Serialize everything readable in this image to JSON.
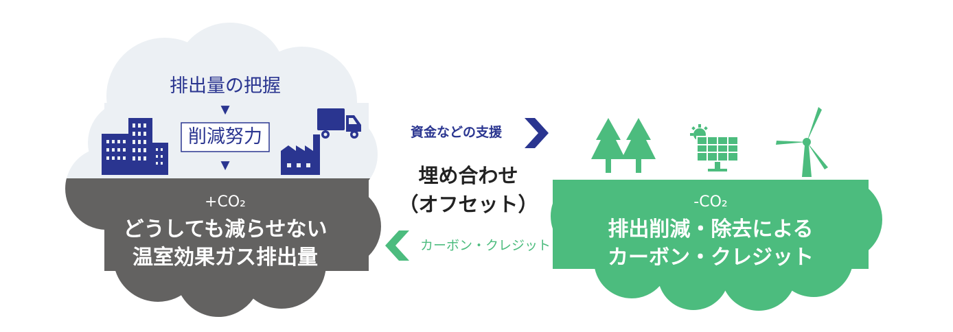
{
  "left_cloud": {
    "step1": "排出量の把握",
    "arrow1": "▼",
    "step2": "削減努力",
    "arrow2": "▼",
    "co2": "+CO₂",
    "line1": "どうしても減らせない",
    "line2": "温室効果ガス排出量"
  },
  "middle": {
    "top_arrow_label": "資金などの支援",
    "title_line1": "埋め合わせ",
    "title_line2": "（オフセット）",
    "bottom_arrow_label": "カーボン・クレジット"
  },
  "right_cloud": {
    "co2": "-CO₂",
    "line1": "排出削減・除去による",
    "line2": "カーボン・クレジット"
  },
  "icons": {
    "building": "building-icon",
    "factory": "factory-icon",
    "truck": "truck-icon",
    "trees": "tree-icon",
    "solar_panel": "solar-panel-icon",
    "wind_turbine": "wind-turbine-icon"
  },
  "colors": {
    "navy": "#2a3590",
    "gray_cloud": "#636261",
    "light_cloud": "#ecf0f4",
    "green": "#4cbc7e"
  }
}
